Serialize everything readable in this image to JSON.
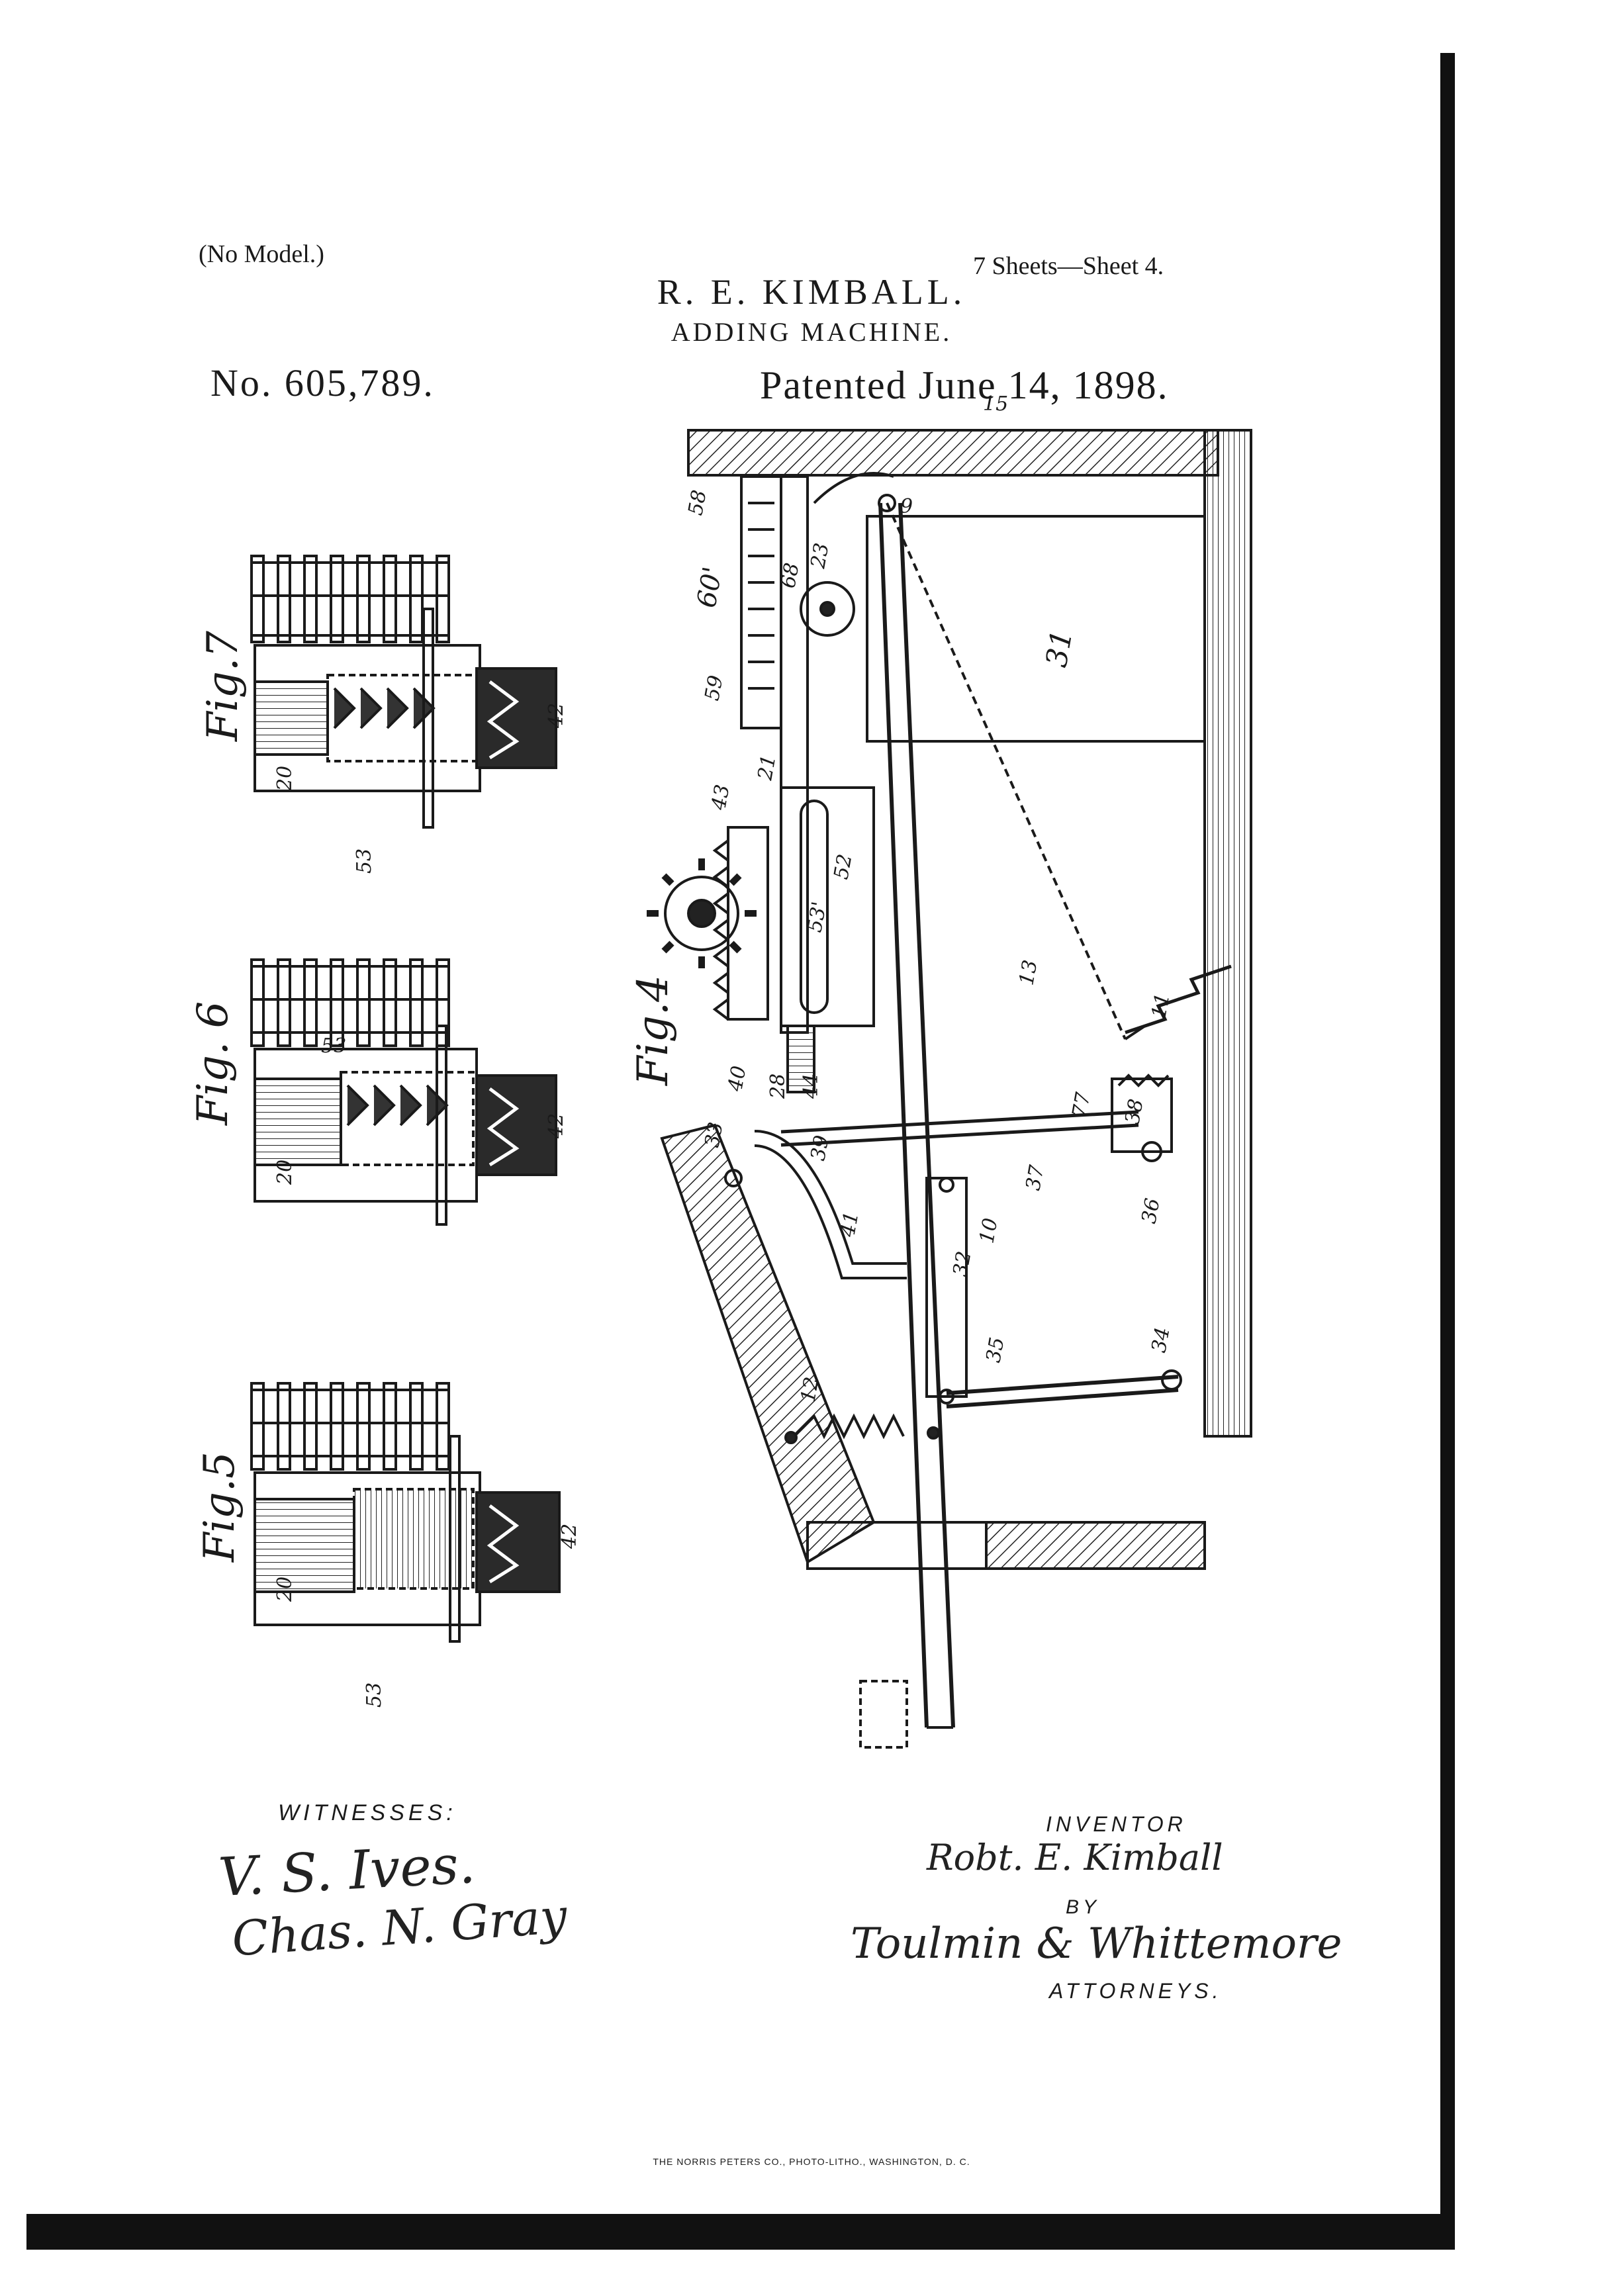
{
  "header": {
    "no_model": "(No Model.)",
    "sheets": "7 Sheets—Sheet 4.",
    "inventor_name": "R. E. KIMBALL.",
    "title": "ADDING MACHINE.",
    "patent_number": "No. 605,789.",
    "patented_date": "Patented June 14, 1898."
  },
  "figures": {
    "fig7": "Fig.7",
    "fig6": "Fig. 6",
    "fig5": "Fig.5",
    "fig4": "Fig.4"
  },
  "reference_numerals": {
    "n9": "9",
    "n10": "10",
    "n11": "11",
    "n12": "12",
    "n13": "13",
    "n15": "15",
    "n20a": "20",
    "n20b": "20",
    "n20c": "20",
    "n21": "21",
    "n23": "23",
    "n28": "28",
    "n31": "31",
    "n32": "32",
    "n33": "33",
    "n34": "34",
    "n35": "35",
    "n36": "36",
    "n37": "37",
    "n38": "38",
    "n39": "39",
    "n40": "40",
    "n41": "41",
    "n42a": "42",
    "n42b": "42",
    "n42c": "42",
    "n43": "43",
    "n44": "44",
    "n52": "52",
    "n53a": "53",
    "n53b": "53",
    "n53c": "53",
    "n53p": "53'",
    "n58": "58",
    "n59": "59",
    "n60p": "60'",
    "n68": "68",
    "n77": "77"
  },
  "footer": {
    "witnesses_label": "WITNESSES:",
    "witness_1": "V. S. Ives.",
    "witness_2": "Chas. N. Gray",
    "inventor_label": "INVENTOR",
    "inventor_signature": "Robt. E. Kimball",
    "by_label": "BY",
    "attorney_signature": "Toulmin & Whittemore",
    "attorneys_label": "ATTORNEYS.",
    "printer": "THE NORRIS PETERS CO., PHOTO-LITHO., WASHINGTON, D. C."
  }
}
